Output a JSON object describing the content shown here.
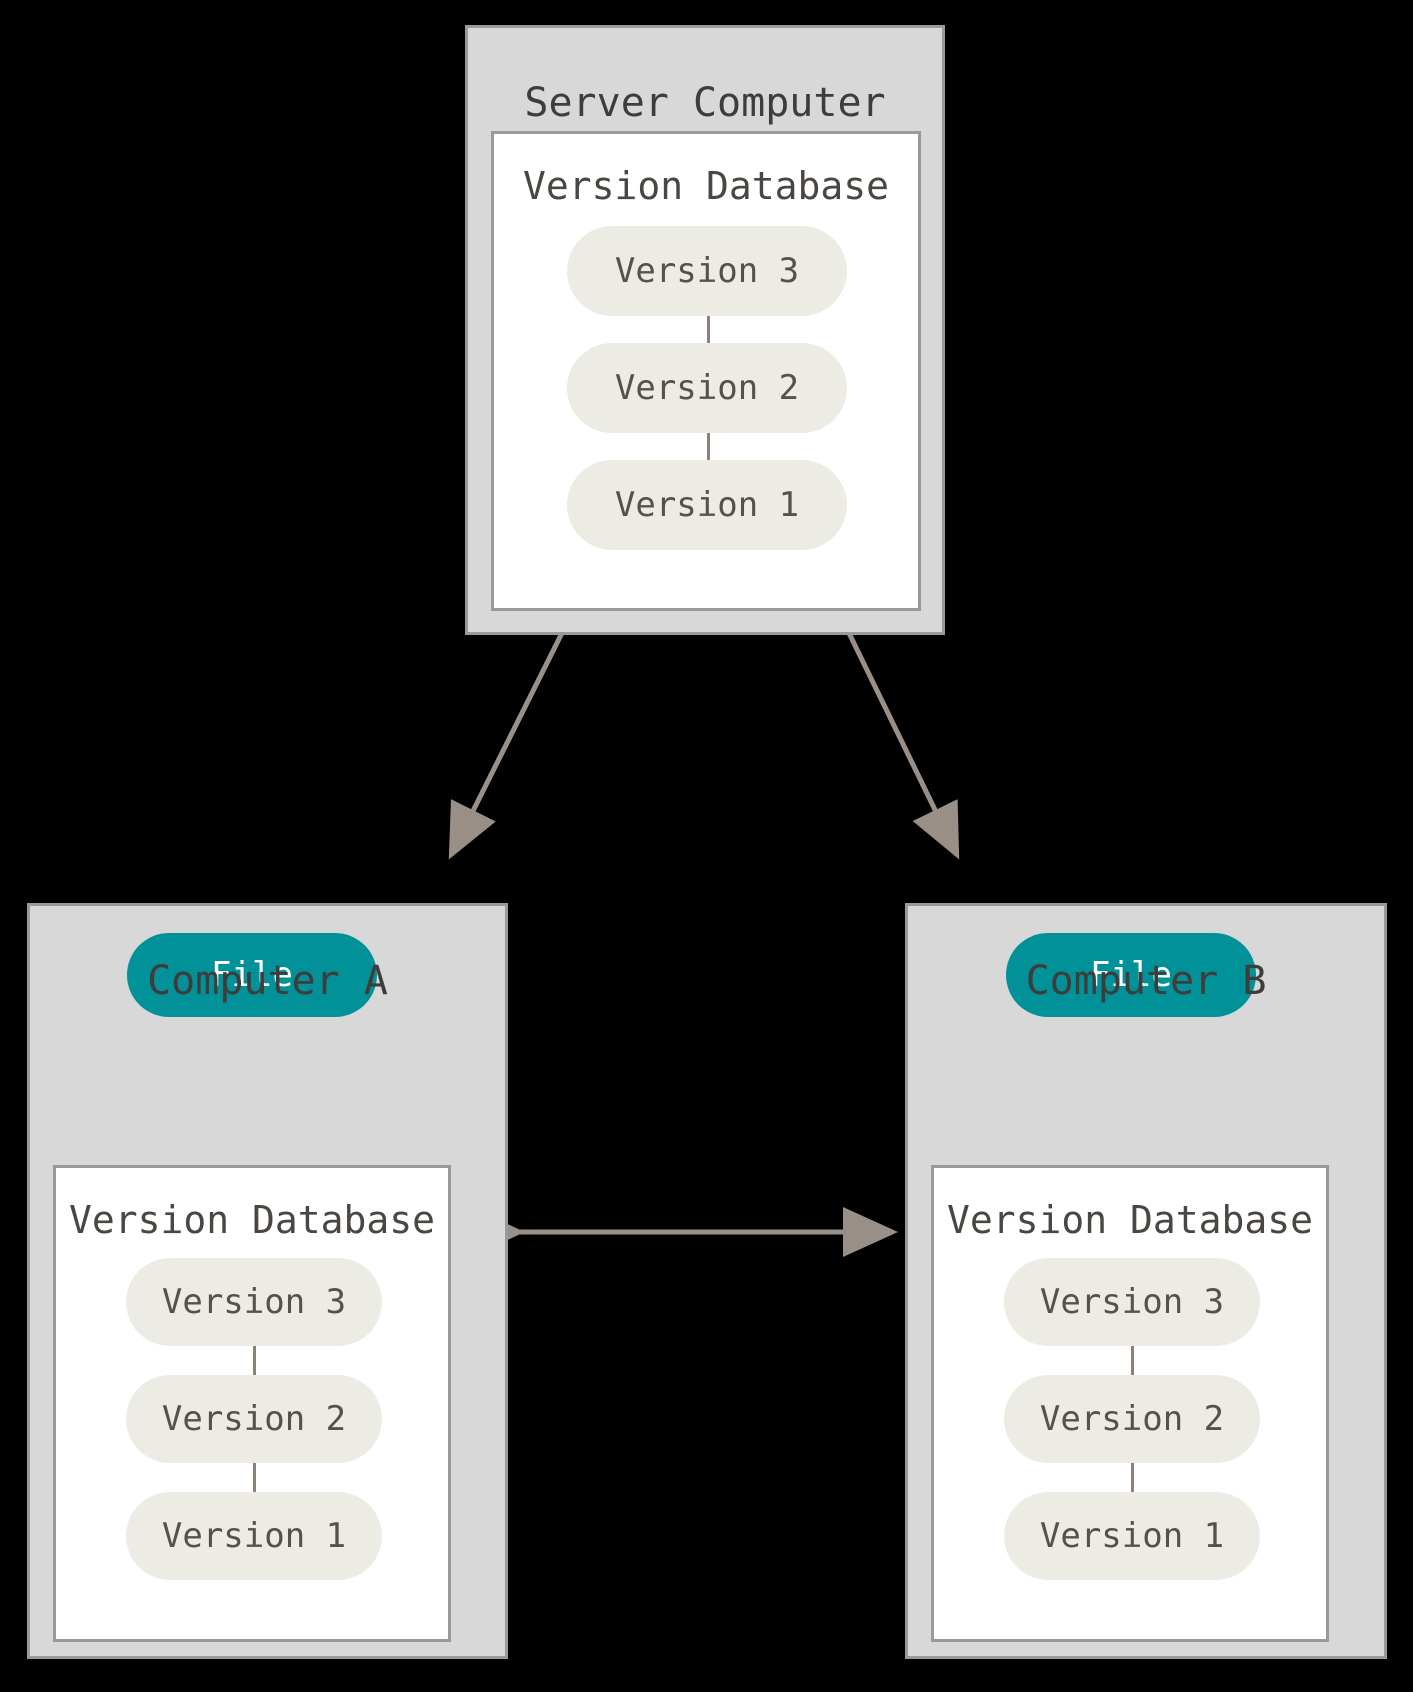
{
  "diagram": {
    "type": "centralized-version-control",
    "background": "#000000",
    "palette": {
      "panel_fill": "#d8d8d8",
      "panel_border": "#9a9a9a",
      "inner_fill": "#ffffff",
      "version_pill": "#edece4",
      "file_pill": "#009199",
      "file_text": "#ffffff",
      "text": "#4d4d4d",
      "arrow": "#998f87",
      "connector": "#8a817a"
    }
  },
  "server": {
    "title": "Server Computer",
    "database": {
      "title": "Version Database",
      "versions": [
        {
          "label": "Version 3"
        },
        {
          "label": "Version 2"
        },
        {
          "label": "Version 1"
        }
      ]
    }
  },
  "computer_a": {
    "title": "Computer A",
    "file": {
      "label": "File"
    },
    "database": {
      "title": "Version Database",
      "versions": [
        {
          "label": "Version 3"
        },
        {
          "label": "Version 2"
        },
        {
          "label": "Version 1"
        }
      ]
    }
  },
  "computer_b": {
    "title": "Computer B",
    "file": {
      "label": "File"
    },
    "database": {
      "title": "Version Database",
      "versions": [
        {
          "label": "Version 3"
        },
        {
          "label": "Version 2"
        },
        {
          "label": "Version 1"
        }
      ]
    }
  },
  "connections": [
    {
      "id": "server-to-a",
      "from": "Server Computer",
      "to": "Computer A",
      "style": "double-arrow"
    },
    {
      "id": "server-to-b",
      "from": "Server Computer",
      "to": "Computer B",
      "style": "double-arrow"
    },
    {
      "id": "a-to-b",
      "from": "Computer A",
      "to": "Computer B",
      "style": "double-arrow"
    },
    {
      "id": "db-a-to-file-a",
      "from": "Version Database",
      "to": "File",
      "style": "single-arrow"
    },
    {
      "id": "db-b-to-file-b",
      "from": "Version Database",
      "to": "File",
      "style": "single-arrow"
    }
  ]
}
